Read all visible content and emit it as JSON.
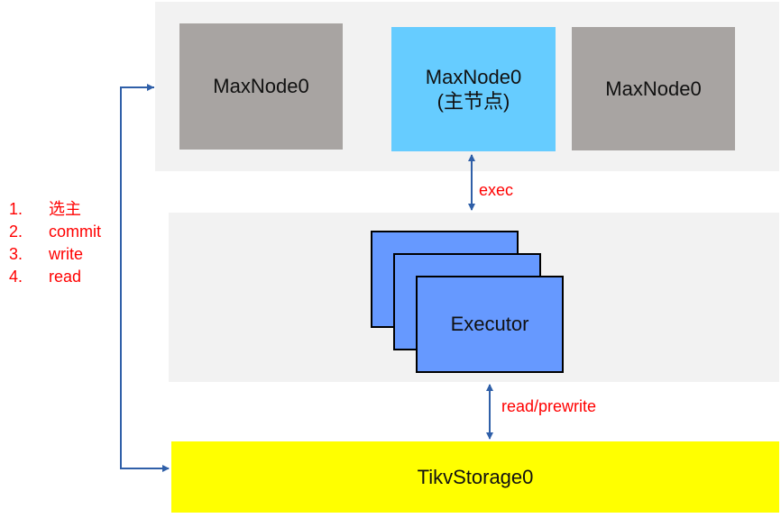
{
  "nodes": [
    {
      "label": "MaxNode0",
      "sub": ""
    },
    {
      "label": "MaxNode0",
      "sub": "(主节点)"
    },
    {
      "label": "MaxNode0",
      "sub": ""
    }
  ],
  "executor": {
    "label": "Executor"
  },
  "storage": {
    "label": "TikvStorage0"
  },
  "edges": {
    "exec": "exec",
    "read_prewrite": "read/prewrite"
  },
  "steps": [
    {
      "num": "1.",
      "text": "选主"
    },
    {
      "num": "2.",
      "text": "commit"
    },
    {
      "num": "3.",
      "text": "write"
    },
    {
      "num": "4.",
      "text": "read"
    }
  ],
  "colors": {
    "gray_node": "#a8a4a2",
    "master_node": "#66ccff",
    "executor": "#6699ff",
    "storage": "#ffff00",
    "arrow": "#2f5fa8",
    "annotation": "#ff0000"
  }
}
